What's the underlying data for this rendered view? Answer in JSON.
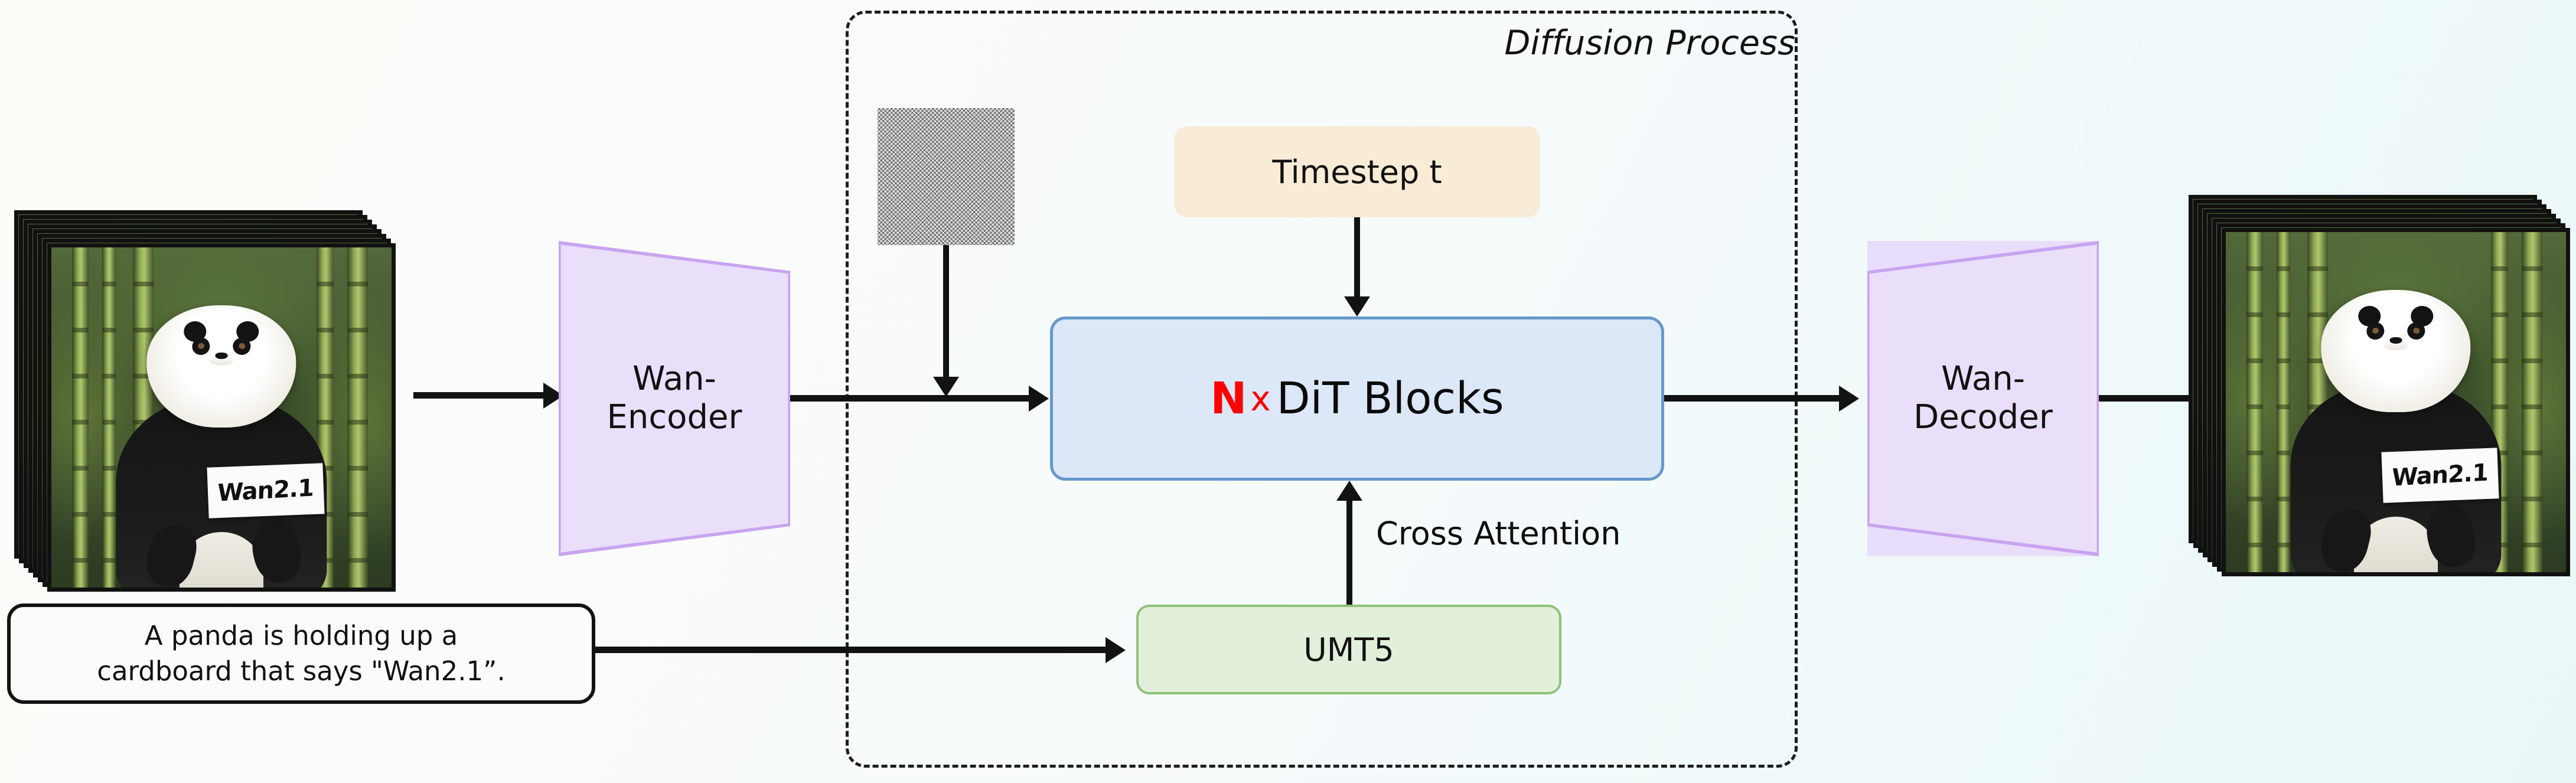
{
  "diagram": {
    "title": "Wan2.1 diffusion video generation pipeline",
    "diffusion_region_label": "Diffusion Process"
  },
  "input": {
    "stack_name": "input-video-frames",
    "frame_count": 8,
    "sign_text": "Wan2.1"
  },
  "output": {
    "stack_name": "output-video-frames",
    "frame_count": 8,
    "sign_text": "Wan2.1"
  },
  "prompt": {
    "line1": "A panda is holding up a",
    "line2": "cardboard that says \"Wan2.1”."
  },
  "blocks": {
    "encoder": "Wan-\nEncoder",
    "decoder": "Wan-\nDecoder",
    "timestep": "Timestep t",
    "text_encoder": "UMT5",
    "dit_n": "N",
    "dit_times": "x",
    "dit_rest": "DiT Blocks"
  },
  "edges": {
    "cross_attention": "Cross Attention"
  },
  "noise": {
    "name": "gaussian-noise-latent"
  },
  "colors": {
    "accent_red": "#fe0000",
    "dit_fill": "#dce7f8",
    "dit_border": "#6699cc",
    "timestep_fill": "#f8ecd7",
    "umt5_fill": "#e2efdb",
    "umt5_border": "#8fc178",
    "vae_fill": "#e9dffb",
    "vae_border": "#c9a3f0",
    "arrow": "#121212"
  }
}
